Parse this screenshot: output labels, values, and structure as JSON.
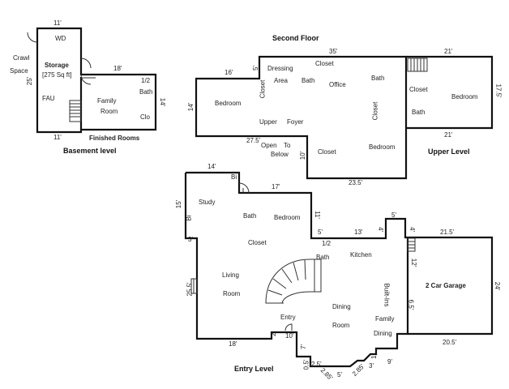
{
  "titles": {
    "basement": "Basement level",
    "second": "Second Floor",
    "upper": "Upper Level",
    "entry": "Entry Level"
  },
  "basement": {
    "wd": "WD",
    "crawl": "Crawl",
    "space": "Space",
    "storage": "Storage",
    "storage_size": "[275 Sq ft]",
    "fau": "FAU",
    "family": "Family",
    "room": "Room",
    "half": "1/2",
    "bath": "Bath",
    "clo": "Clo",
    "finished": "Finished Rooms",
    "dim_top": "11'",
    "dim_bottom": "11'",
    "dim_left": "25'",
    "dim_18": "18'",
    "dim_14": "14'"
  },
  "second": {
    "dressing": "Dressing",
    "area": "Area",
    "bath1": "Bath",
    "closet_top": "Closet",
    "office": "Office",
    "bath2": "Bath",
    "bedroom_left": "Bedroom",
    "closet_v1": "Closet",
    "closet_v2": "Closet",
    "upper": "Upper",
    "foyer": "Foyer",
    "open": "Open",
    "to": "To",
    "below": "Below",
    "closet_low": "Closet",
    "bedroom_low": "Bedroom",
    "closet_right": "Closet",
    "bath_right": "Bath",
    "bedroom_right": "Bedroom",
    "dim_35": "35'",
    "dim_16": "16'",
    "dim_5": "5'",
    "dim_14": "14'",
    "dim_275": "27.5'",
    "dim_10": "10'",
    "dim_235": "23.5'",
    "dim_21_top": "21'",
    "dim_21_bot": "21'",
    "dim_175": "17.5'"
  },
  "entry": {
    "study": "Study",
    "bi_top": "Bi",
    "bi_left": "Bi",
    "bath_top": "Bath",
    "bedroom": "Bedroom",
    "closet": "Closet",
    "half": "1/2",
    "bath": "Bath",
    "kitchen": "Kitchen",
    "living": "Living",
    "room": "Room",
    "builtins": "Built-Ins",
    "dining": "Dining",
    "dining_room": "Room",
    "family": "Family",
    "family_dining": "Dining",
    "entry": "Entry",
    "garage": "2 Car Garage",
    "dim_14": "14'",
    "dim_17": "17'",
    "dim_15": "15'",
    "dim_3": "3'",
    "dim_11": "11'",
    "dim_5a": "5'",
    "dim_5b": "5'",
    "dim_13": "13'",
    "dim_4a": "4'",
    "dim_4b": "4'",
    "dim_215": "21.5'",
    "dim_12": "12'",
    "dim_24": "24'",
    "dim_65": "6.5'",
    "dim_255": "25.5'",
    "dim_18": "18'",
    "dim_2": "2'",
    "dim_10": "10'",
    "dim_7": "7'",
    "dim_05": "0.5'",
    "dim_25": "2.5'",
    "dim_285a": "2.85'",
    "dim_5c": "5'",
    "dim_285b": "2.85'",
    "dim_3b": "3'",
    "dim_1": "1'",
    "dim_9": "9'",
    "dim_205": "20.5'"
  }
}
